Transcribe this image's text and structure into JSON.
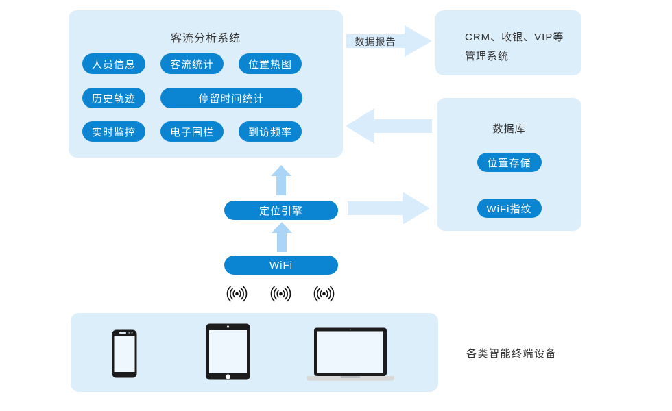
{
  "colors": {
    "panel_bg": "#ddeefb",
    "accent_blue": "#0b85d1",
    "arrow_light": "#d9ecfb",
    "arrow_medium": "#aad5f6",
    "text_dark": "#333333",
    "button_text": "#ffffff"
  },
  "analysis": {
    "title": "客流分析系统",
    "row1": [
      "人员信息",
      "客流统计",
      "位置热图"
    ],
    "row2": [
      "历史轨迹",
      "停留时间统计"
    ],
    "row3": [
      "实时监控",
      "电子围栏",
      "到访频率"
    ]
  },
  "crm": {
    "line1": "CRM、收银、VIP等",
    "line2": "管理系统"
  },
  "database": {
    "title": "数据库",
    "buttons": [
      "位置存储",
      "WiFi指纹"
    ]
  },
  "flow": {
    "report_label": "数据报告",
    "engine": "定位引擎",
    "wifi": "WiFi"
  },
  "devices": {
    "label": "各类智能终端设备",
    "icons": [
      "smartphone-icon",
      "tablet-icon",
      "laptop-icon"
    ],
    "signal_icon": "wifi-signal-icon"
  }
}
